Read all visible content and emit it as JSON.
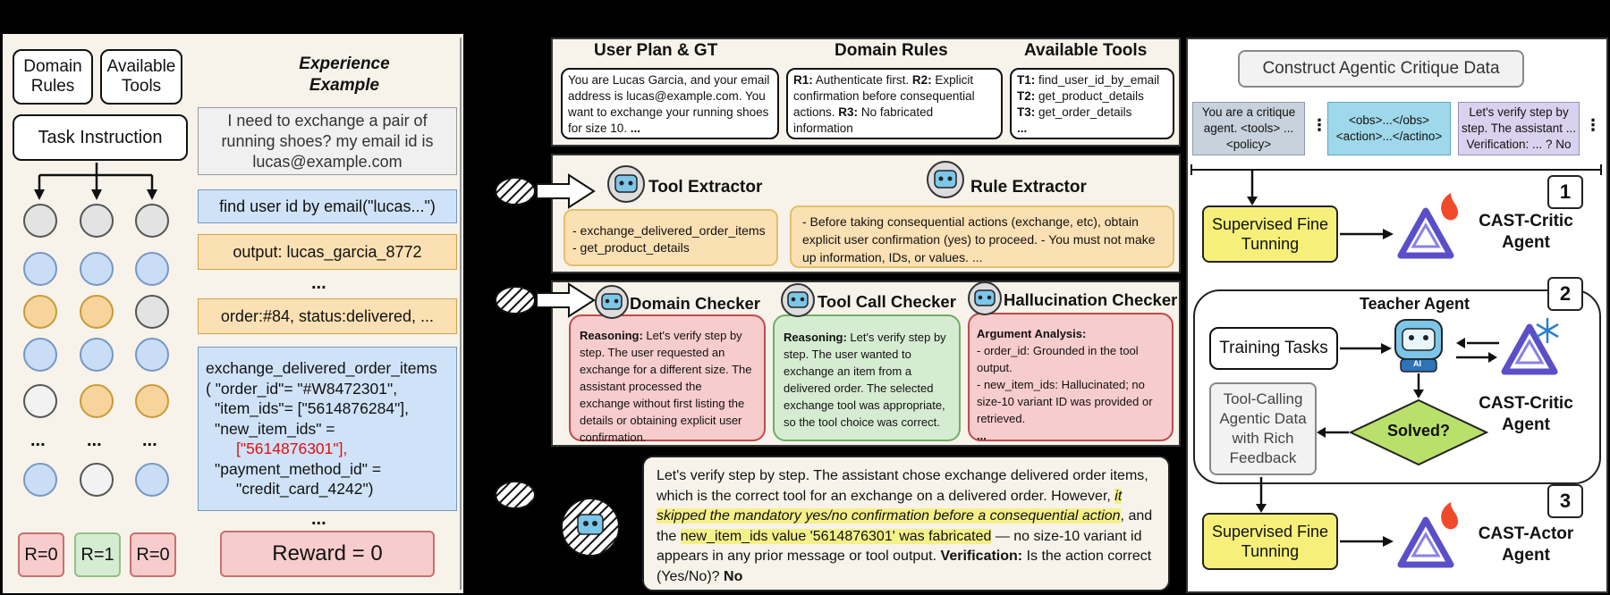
{
  "left": {
    "domain_rules": "Domain Rules",
    "available_tools": "Available Tools",
    "task_instruction": "Task Instruction",
    "experience_title": "Experience Example",
    "user_msg": "I need to exchange a pair of running shoes? my email id is lucas@example.com",
    "call1": "find user id by email(\"lucas...\")",
    "output1": "output: lucas_garcia_8772",
    "ellipsis": "...",
    "order": "order:#84, status:delivered, ...",
    "code": {
      "l1": "exchange_delivered_order_items",
      "l2": "( \"order_id\"= \"#W8472301\",",
      "l3": "\"item_ids\"= [\"5614876284\"],",
      "l4": "\"new_item_ids\" =",
      "l5": "[\"5614876301\"],",
      "l6": "\"payment_method_id\" =",
      "l7": "\"credit_card_4242\")"
    },
    "dots": "...",
    "rewards": [
      "R=0",
      "R=1",
      "R=0"
    ],
    "reward_total": "Reward = 0"
  },
  "middle": {
    "top": {
      "h1": "User Plan & GT",
      "h2": "Domain Rules",
      "h3": "Available Tools",
      "plan": "You are Lucas Garcia, and your email address is lucas@example.com. You want to exchange your running shoes for size 10.",
      "plan_more": "...",
      "r1_tag": "R1:",
      "r1": "Authenticate first.",
      "r2_tag": "R2:",
      "r2": "Explicit confirmation before consequential actions.",
      "r3_tag": "R3:",
      "r3": "No fabricated information",
      "rules_more": "...",
      "t1_tag": "T1:",
      "t1": "find_user_id_by_email",
      "t2_tag": "T2:",
      "t2": "get_product_details",
      "t3_tag": "T3:",
      "t3": "get_order_details",
      "tools_more": "..."
    },
    "extract": {
      "tool_title": "Tool Extractor",
      "rule_title": "Rule Extractor",
      "tools_1": "- exchange_delivered_order_items",
      "tools_2": "- get_product_details",
      "rules_text": "- Before taking consequential actions (exchange, etc), obtain explicit user confirmation (yes) to proceed. - You must not make up information, IDs, or values.  ..."
    },
    "checkers": {
      "domain_title": "Domain Checker",
      "tool_title": "Tool Call Checker",
      "hall_title": "Hallucination Checker",
      "reasoning_tag": "Reasoning:",
      "domain_text": "Let's verify step by step. The user requested an exchange for a different size. The assistant processed the exchange without first listing the details or obtaining explicit user confirmation.",
      "tool_text": "Let's verify step by step. The user wanted to exchange an item from a delivered order. The selected exchange tool was appropriate, so the tool choice was correct.",
      "arg_tag": "Argument Analysis:",
      "hall_1": "- order_id: Grounded in the tool output.",
      "hall_2": "- new_item_ids: Hallucinated; no size-10 variant ID was provided or retrieved.",
      "hall_more": "..."
    },
    "final": {
      "p1": "Let's verify step by step. The assistant chose exchange delivered order items, which is the correct tool for an exchange on a delivered order. However,",
      "p2": "it skipped the mandatory yes/no confirmation before a consequential action",
      "p3": ", and the",
      "p4": "new_item_ids value '5614876301' was fabricated",
      "p5": "— no size-10 variant id appears in any prior message or tool output.",
      "v_tag": "Verification:",
      "v_text": "Is the action correct (Yes/No)?",
      "v_ans": "No"
    }
  },
  "right": {
    "header": "Construct Agentic Critique Data",
    "s1": "You are a critique agent. <tools> ...<policy>",
    "s2": "<obs>...</obs> <action>...</actino>",
    "s3": "Let's verify step by step. The assistant ... Verification: ... ? No",
    "step1": "1",
    "step2": "2",
    "step3": "3",
    "sft": "Supervised Fine Tunning",
    "critic_agent": "CAST-Critic Agent",
    "teacher": "Teacher Agent",
    "training": "Training Tasks",
    "solved": "Solved?",
    "tool_calling": "Tool-Calling Agentic Data with Rich Feedback",
    "critic_agent2": "CAST-Critic Agent",
    "sft2": "Supervised Fine Tunning",
    "actor_agent": "CAST-Actor Agent",
    "robot_label": "AI"
  },
  "colors": {
    "blue": "#cfe2f7",
    "orange": "#fbe0b3",
    "yellow": "#f6f07a",
    "pink": "#f7cccc",
    "green": "#d6ecd2",
    "purple": "#d9d2ee",
    "diamond": "#b9e06a",
    "teal_box": "#9fd8ea",
    "slate_box": "#c7d2dc"
  }
}
